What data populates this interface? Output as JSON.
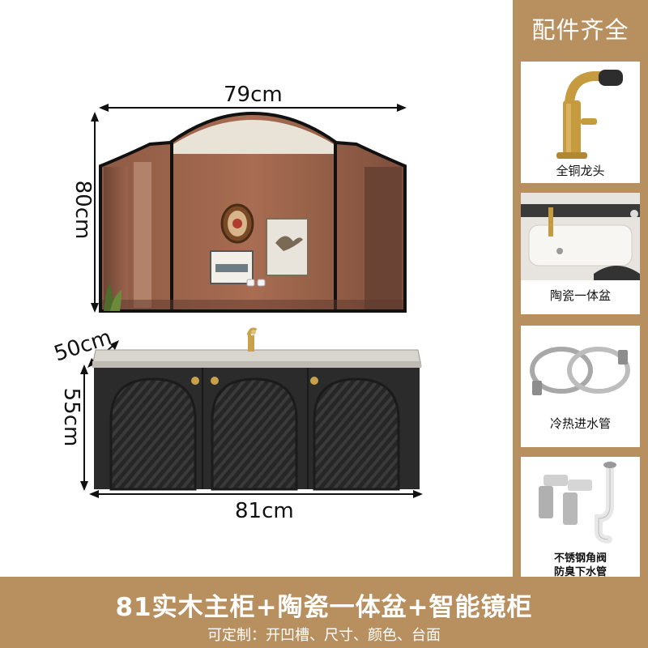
{
  "side_panel": {
    "title": "配件齐全",
    "items": [
      {
        "label": "全铜龙头",
        "icon": "faucet-icon"
      },
      {
        "label": "陶瓷一体盆",
        "icon": "basin-icon"
      },
      {
        "label": "冷热进水管",
        "icon": "hose-icon"
      },
      {
        "label_line1": "不锈钢角阀",
        "label_line2": "防臭下水管",
        "icon": "valve-drain-icon"
      }
    ]
  },
  "dimensions": {
    "mirror_width": "79cm",
    "mirror_height": "80cm",
    "cabinet_depth": "50cm",
    "cabinet_height": "55cm",
    "cabinet_width": "81cm"
  },
  "banner": {
    "title": "81实木主柜+陶瓷一体盆+智能镜柜",
    "subtitle": "可定制：开凹槽、尺寸、颜色、台面"
  },
  "colors": {
    "accent": "#b8905f",
    "cabinet": "#2b2b2b",
    "mirror_wall": "#a0664d",
    "gold": "#c9a14a"
  }
}
